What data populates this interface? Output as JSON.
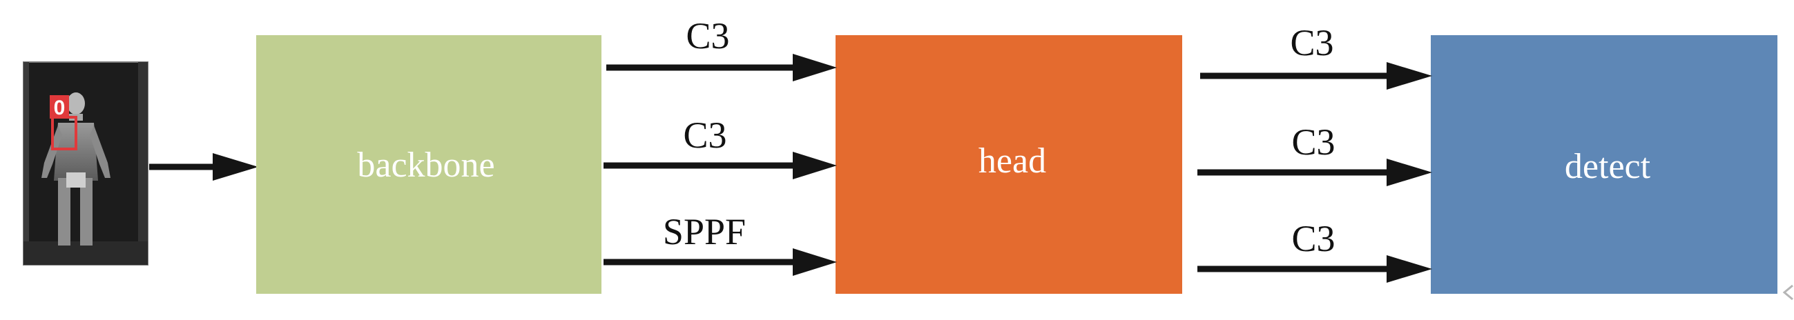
{
  "nodes": {
    "input": {
      "badge": "0"
    },
    "backbone": {
      "label": "backbone",
      "color": "#c0cf91"
    },
    "head": {
      "label": "head",
      "color": "#e46b2f"
    },
    "detect": {
      "label": "detect",
      "color": "#5e87b6"
    }
  },
  "edges": {
    "backbone_to_head": [
      "C3",
      "C3",
      "SPPF"
    ],
    "head_to_detect": [
      "C3",
      "C3",
      "C3"
    ]
  },
  "colors": {
    "arrow": "#141414",
    "detection_box": "#e0393b"
  }
}
